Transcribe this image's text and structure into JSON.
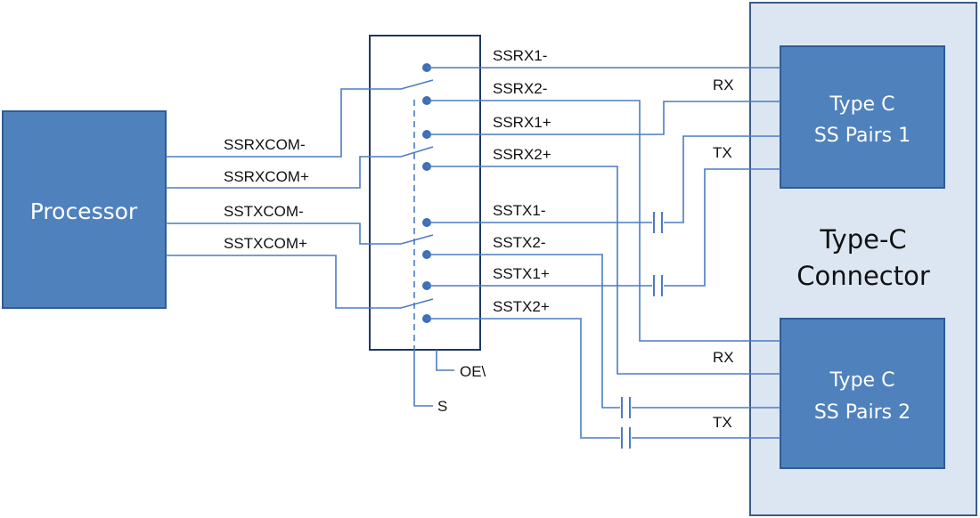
{
  "processor": {
    "label": "Processor"
  },
  "connector": {
    "title_line1": "Type-C",
    "title_line2": "Connector",
    "pairs1": {
      "line1": "Type C",
      "line2": "SS Pairs 1"
    },
    "pairs2": {
      "line1": "Type C",
      "line2": "SS Pairs 2"
    }
  },
  "processor_signals": [
    "SSRXCOM-",
    "SSRXCOM+",
    "SSTXCOM-",
    "SSTXCOM+"
  ],
  "switch_outputs": [
    "SSRX1-",
    "SSRX2-",
    "SSRX1+",
    "SSRX2+",
    "SSTX1-",
    "SSTX2-",
    "SSTX1+",
    "SSTX2+"
  ],
  "pair_labels": {
    "rx_top": "RX",
    "tx_top": "TX",
    "rx_bottom": "RX",
    "tx_bottom": "TX"
  },
  "control_pins": {
    "oe": "OE\\",
    "s": "S"
  },
  "colors": {
    "box_fill": "#4f81bd",
    "box_stroke": "#2e5c95",
    "connector_fill": "#dce6f2",
    "connector_stroke": "#385d8a",
    "wire": "#4b7bc4",
    "switch_border": "#1f3864"
  }
}
